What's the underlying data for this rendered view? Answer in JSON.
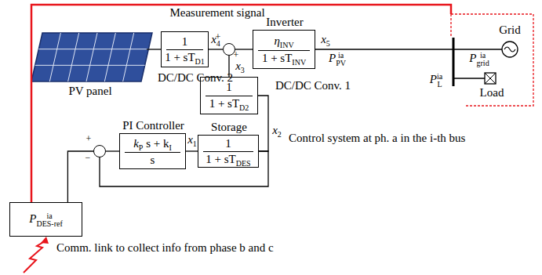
{
  "diagram": {
    "nodes": [
      {
        "text": [
          "1",
          "1 + sT",
          "D1",
          "DC/DC Conv. 2"
        ]
      },
      {
        "text": [
          "+",
          "+"
        ]
      },
      {
        "text": [
          "Inverter",
          "η",
          "INV",
          "1 + sT",
          "INV"
        ]
      },
      {
        "text": [
          "1",
          "1 + sT",
          "D2",
          "DC/DC Conv. 1"
        ]
      },
      {
        "text": [
          "PI Controller",
          "k",
          "P",
          " s + k",
          "I",
          "s"
        ]
      },
      {
        "text": [
          "Storage",
          "1",
          "1 + sT",
          "DES"
        ]
      },
      {
        "text": [
          "+",
          "−"
        ]
      },
      {
        "text": [
          "P",
          "ia",
          "DES-ref"
        ]
      }
    ],
    "edges": [
      {
        "from": 0,
        "to": 1,
        "arrow": "none"
      },
      {
        "from": 3,
        "to": 1,
        "arrow": "none"
      },
      {
        "from": 1,
        "to": 2,
        "arrow": "none"
      },
      {
        "from": 7,
        "to": 6,
        "arrow": "none"
      },
      {
        "from": 6,
        "to": 4,
        "arrow": "none"
      },
      {
        "from": 4,
        "to": 5,
        "arrow": "none"
      },
      {
        "from": 5,
        "to": 3,
        "arrow": "none"
      },
      {
        "from": 5,
        "to": 6,
        "arrow": "none"
      }
    ],
    "labels": [
      "Measurement signal",
      "PV panel",
      "x",
      "4",
      "x",
      "3",
      "x",
      "5",
      "P",
      "ia",
      "PV",
      "Grid",
      "P",
      "ia",
      "grid",
      "P",
      "ia",
      "L",
      "Load",
      "x",
      "1",
      "x",
      "2",
      "Control system at ph. a in the i-th bus",
      "Comm. link to collect info from phase b and c"
    ]
  }
}
